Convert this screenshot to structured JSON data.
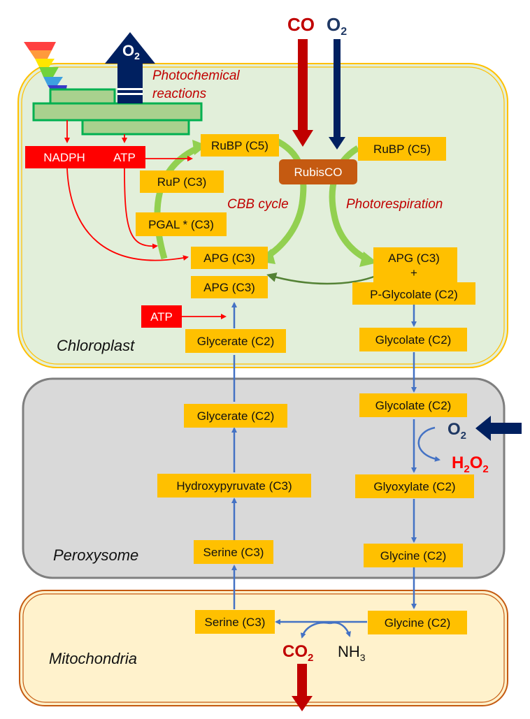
{
  "diagram": {
    "regions": {
      "chloroplast": "Chloroplast",
      "peroxysome": "Peroxysome",
      "mitochondria": "Mitochondria"
    },
    "top_labels": {
      "co": "CO",
      "o2_main": "O",
      "o2_sub": "2",
      "o2_out_main": "O",
      "o2_out_sub": "2"
    },
    "photochemical": {
      "line1": "Photochemical",
      "line2": "reactions"
    },
    "energy": {
      "nadph": "NADPH",
      "atp_top": "ATP",
      "atp_lower": "ATP"
    },
    "enzyme": "RubisCO",
    "cycles": {
      "cbb": "CBB cycle",
      "photoresp": "Photorespiration"
    },
    "metabolites": {
      "rubp_left": "RuBP (C5)",
      "rubp_right": "RuBP (C5)",
      "rup": "RuP (C3)",
      "pgal": "PGAL * (C3)",
      "apg_cycle": "APG (C3)",
      "apg_lower": "APG (C3)",
      "apg_right_1": "APG (C3)",
      "apg_right_plus": "+",
      "pglycolate": "P-Glycolate (C2)",
      "glycerate_chl": "Glycerate (C2)",
      "glycolate_chl": "Glycolate (C2)",
      "glycolate_per": "Glycolate (C2)",
      "glycerate_per": "Glycerate (C2)",
      "hydroxypyruvate": "Hydroxypyruvate (C3)",
      "glyoxylate": "Glyoxylate (C2)",
      "serine_per": "Serine (C3)",
      "glycine_per": "Glycine (C2)",
      "serine_mit": "Serine (C3)",
      "glycine_mit": "Glycine (C2)"
    },
    "peroxysome_side": {
      "o2_main": "O",
      "o2_sub": "2",
      "h2o2_h": "H",
      "h2o2_sub1": "2",
      "h2o2_o": "O",
      "h2o2_sub2": "2"
    },
    "mitochondria_side": {
      "co2_main": "CO",
      "co2_sub": "2",
      "nh3_main": "NH",
      "nh3_sub": "3"
    },
    "colors": {
      "chloroplast_fill": "#e2efda",
      "chloroplast_border": "#ffc000",
      "peroxysome_fill": "#d9d9d9",
      "mitochondria_fill": "#fff2cc",
      "mitochondria_border": "#c55a11",
      "metabolite_box": "#ffc000",
      "energy_box": "#ff0000",
      "enzyme_box": "#c55a11",
      "cycle_green": "#92d050",
      "arrow_blue": "#4472c4",
      "co_red": "#c00000",
      "o2_navy": "#002060"
    }
  }
}
